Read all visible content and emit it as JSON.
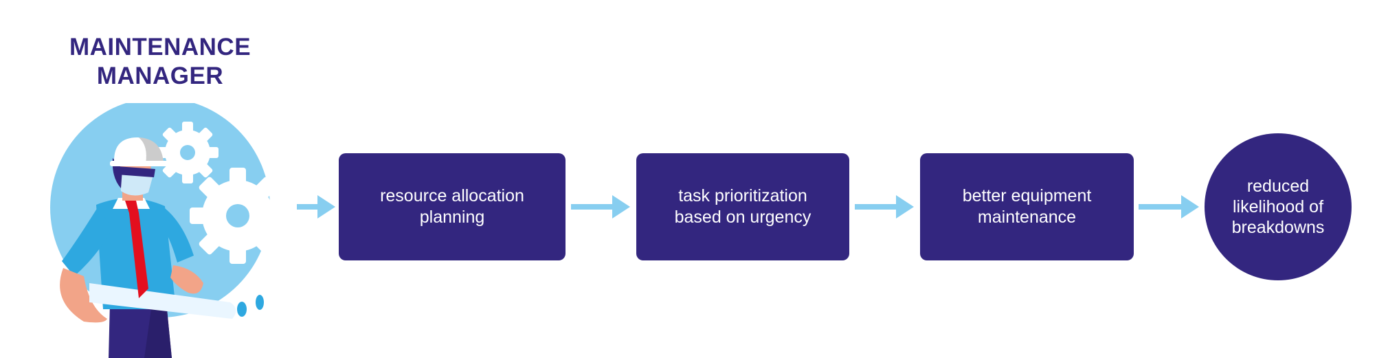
{
  "diagram": {
    "title": {
      "line1": "MAINTENANCE",
      "line2": "MANAGER"
    },
    "steps": [
      {
        "line1": "resource allocation",
        "line2": "planning"
      },
      {
        "line1": "task prioritization",
        "line2": "based on urgency"
      },
      {
        "line1": "better equipment",
        "line2": "maintenance"
      }
    ],
    "outcome": {
      "line1": "reduced",
      "line2": "likelihood of",
      "line3": "breakdowns"
    }
  },
  "colors": {
    "primary": "#33267f",
    "accent": "#87cef0",
    "tie": "#e30f1e"
  },
  "icons": [
    "maintenance-manager-illustration",
    "gear-icon",
    "arrow-right-icon"
  ]
}
